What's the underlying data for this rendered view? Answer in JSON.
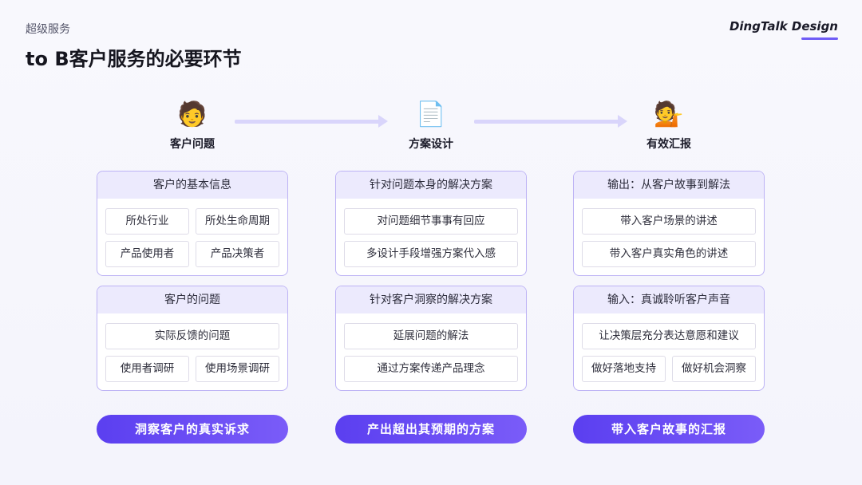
{
  "header": {
    "breadcrumb": "超级服务",
    "title": "to B客户服务的必要环节",
    "brand": "DingTalk Design"
  },
  "steps": [
    {
      "icon": "person-icon",
      "glyph": "🧑",
      "label": "客户问题"
    },
    {
      "icon": "document-icon",
      "glyph": "📄",
      "label": "方案设计"
    },
    {
      "icon": "presenter-icon",
      "glyph": "💁",
      "label": "有效汇报"
    }
  ],
  "columns": [
    {
      "cards": [
        {
          "title": "客户的基本信息",
          "rows": [
            [
              "所处行业",
              "所处生命周期"
            ],
            [
              "产品使用者",
              "产品决策者"
            ]
          ]
        },
        {
          "title": "客户的问题",
          "rows": [
            [
              "实际反馈的问题"
            ],
            [
              "使用者调研",
              "使用场景调研"
            ]
          ]
        }
      ],
      "summary": "洞察客户的真实诉求"
    },
    {
      "cards": [
        {
          "title": "针对问题本身的解决方案",
          "rows": [
            [
              "对问题细节事事有回应"
            ],
            [
              "多设计手段增强方案代入感"
            ]
          ]
        },
        {
          "title": "针对客户洞察的解决方案",
          "rows": [
            [
              "延展问题的解法"
            ],
            [
              "通过方案传递产品理念"
            ]
          ]
        }
      ],
      "summary": "产出超出其预期的方案"
    },
    {
      "cards": [
        {
          "title": "输出：从客户故事到解法",
          "rows": [
            [
              "带入客户场景的讲述"
            ],
            [
              "带入客户真实角色的讲述"
            ]
          ]
        },
        {
          "title": "输入：真诚聆听客户声音",
          "rows": [
            [
              "让决策层充分表达意愿和建议"
            ],
            [
              "做好落地支持",
              "做好机会洞察"
            ]
          ]
        }
      ],
      "summary": "带入客户故事的汇报"
    }
  ],
  "colors": {
    "accent": "#6f5cf6",
    "card_border": "#bdb3f5",
    "card_head": "#eceafd",
    "arrow": "#d9d5fb"
  }
}
